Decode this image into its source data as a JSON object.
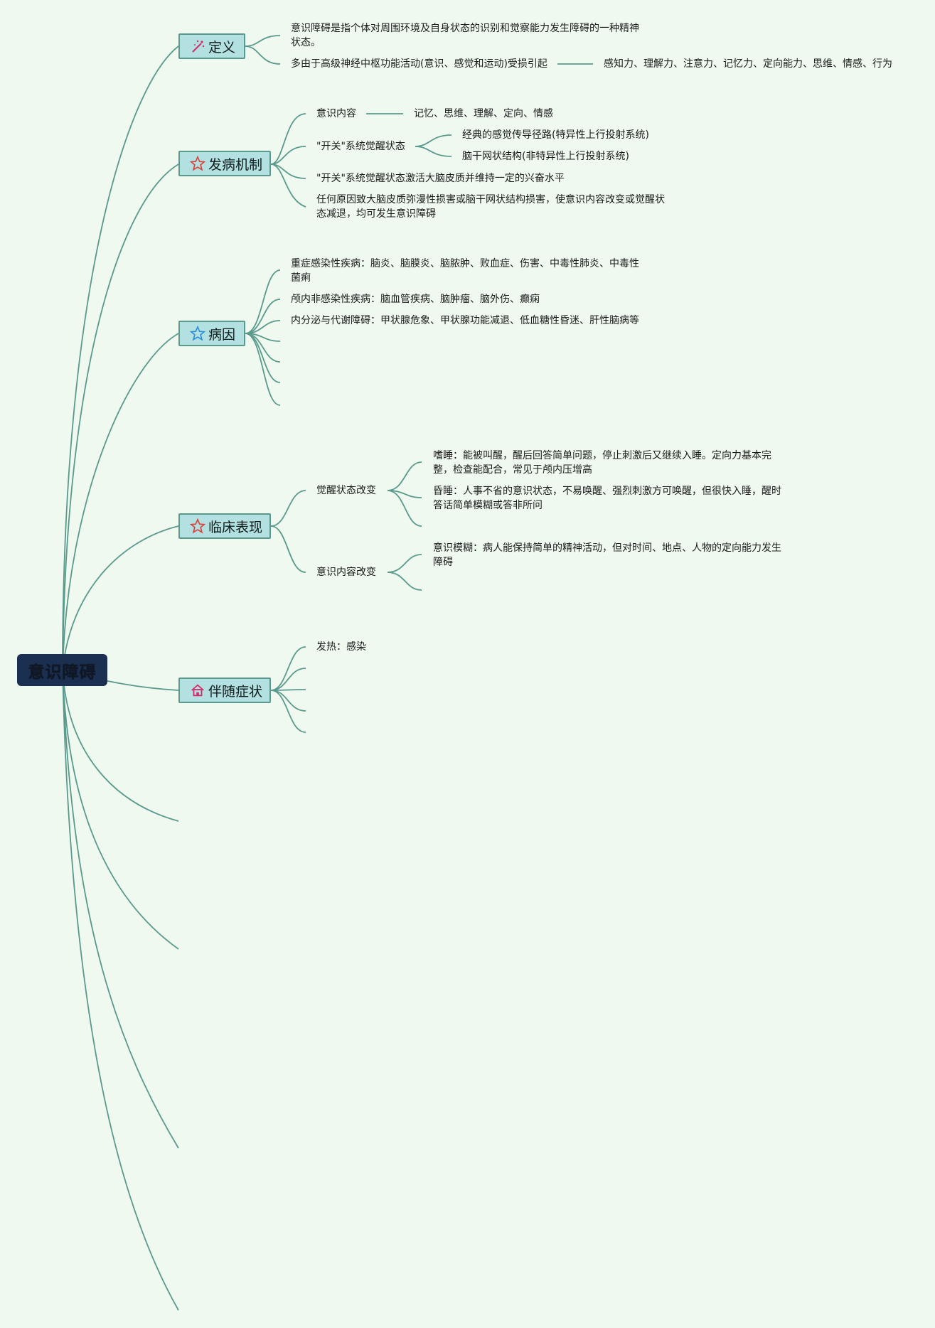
{
  "colors": {
    "background": "#eff9f0",
    "root": "#1b3050",
    "topic_fill": "#b3e0e0",
    "topic_border": "#5a9a8c",
    "line": "#5a9a8c"
  },
  "root": {
    "label": "意识障碍"
  },
  "topics": {
    "definition": {
      "label": "定义",
      "icon": "magic-wand-icon"
    },
    "mechanism": {
      "label": "发病机制",
      "icon": "star-outline-icon"
    },
    "etiology": {
      "label": "病因",
      "icon": "star-outline-icon"
    },
    "clinical": {
      "label": "临床表现",
      "icon": "star-outline-icon"
    },
    "symptoms": {
      "label": "伴随症状",
      "icon": "home-icon"
    }
  },
  "definition": {
    "items": [
      "意识障碍是指个体对周围环境及自身状态的识别和觉察能力发生障碍的一种精神状态。",
      "多由于高级神经中枢功能活动(意识、感觉和运动)受损引起"
    ],
    "detail": "感知力、理解力、注意力、记忆力、定向能力、思维、情感、行为"
  },
  "mechanism": {
    "content": "意识内容",
    "content_detail": "记忆、思维、理解、定向、情感",
    "switch": "\"开关\"系统觉醒状态",
    "switch_items": [
      "经典的感觉传导径路(特异性上行投射系统)",
      "脑干网状结构(非特异性上行投射系统)"
    ],
    "activation": "\"开关\"系统觉醒状态激活大脑皮质并维持一定的兴奋水平",
    "damage": "任何原因致大脑皮质弥漫性损害或脑干网状结构损害，使意识内容改变或觉醒状态减退，均可发生意识障碍"
  },
  "etiology": {
    "items": [
      "重症感染性疾病：脑炎、脑膜炎、脑脓肿、败血症、伤害、中毒性肺炎、中毒性菌痢",
      "颅内非感染性疾病：脑血管疾病、脑肿瘤、脑外伤、癫痫",
      "内分泌与代谢障碍：甲状腺危象、甲状腺功能减退、低血糖性昏迷、肝性脑病等"
    ]
  },
  "clinical": {
    "arousal": "觉醒状态改变",
    "arousal_items": [
      "嗜睡：能被叫醒，醒后回答简单问题，停止刺激后又继续入睡。定向力基本完整，检查能配合，常见于颅内压增高",
      "昏睡：人事不省的意识状态，不易唤醒、强烈刺激方可唤醒，但很快入睡，醒时答话简单模糊或答非所问"
    ],
    "content": "意识内容改变",
    "content_items": [
      "意识模糊：病人能保持简单的精神活动，但对时间、地点、人物的定向能力发生障碍"
    ]
  },
  "symptoms": {
    "items": [
      "发热：感染"
    ]
  }
}
